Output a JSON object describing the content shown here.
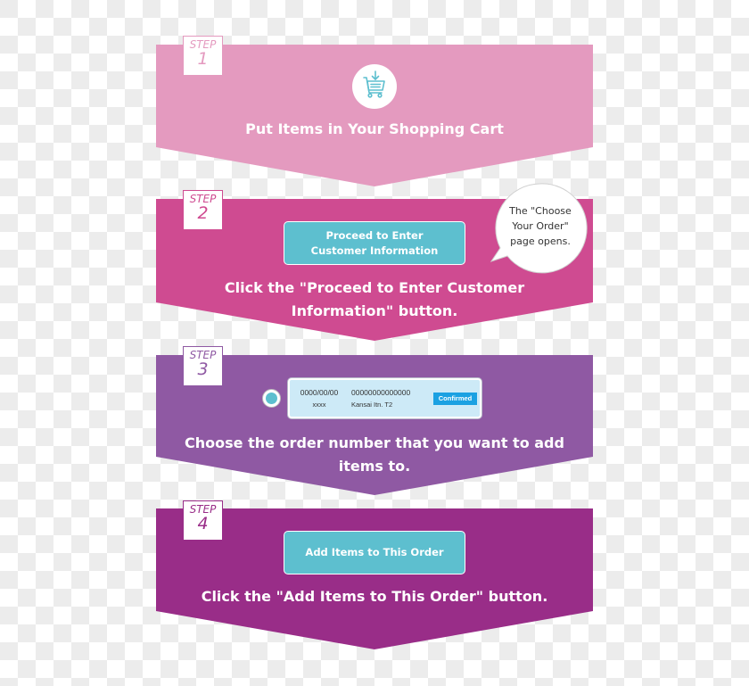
{
  "colors": {
    "step1": "#e49abf",
    "step2": "#cf4b91",
    "step3": "#8f59a3",
    "step4": "#992d88",
    "button": "#5dbfcf",
    "order_card_bg": "#cdeaf7",
    "badge": "#1ba1e2"
  },
  "steps": [
    {
      "label": "STEP",
      "number": "1",
      "icon": "shopping-cart-icon",
      "title": "Put Items in Your Shopping Cart"
    },
    {
      "label": "STEP",
      "number": "2",
      "button_line1": "Proceed to Enter",
      "button_line2": "Customer Information",
      "title_line1": "Click the \"Proceed to Enter Customer",
      "title_line2": "Information\" button.",
      "bubble_line1": "The \"Choose",
      "bubble_line2": "Your Order\"",
      "bubble_line3": "page opens."
    },
    {
      "label": "STEP",
      "number": "3",
      "order": {
        "date": "0000/00/00",
        "sub": "xxxx",
        "number": "00000000000000",
        "place": "Kansai Itn. T2",
        "status": "Confirmed"
      },
      "title_line1": "Choose the order number that you want to add",
      "title_line2": "items to."
    },
    {
      "label": "STEP",
      "number": "4",
      "button": "Add Items to This Order",
      "title": "Click the \"Add Items to This Order\" button."
    }
  ]
}
